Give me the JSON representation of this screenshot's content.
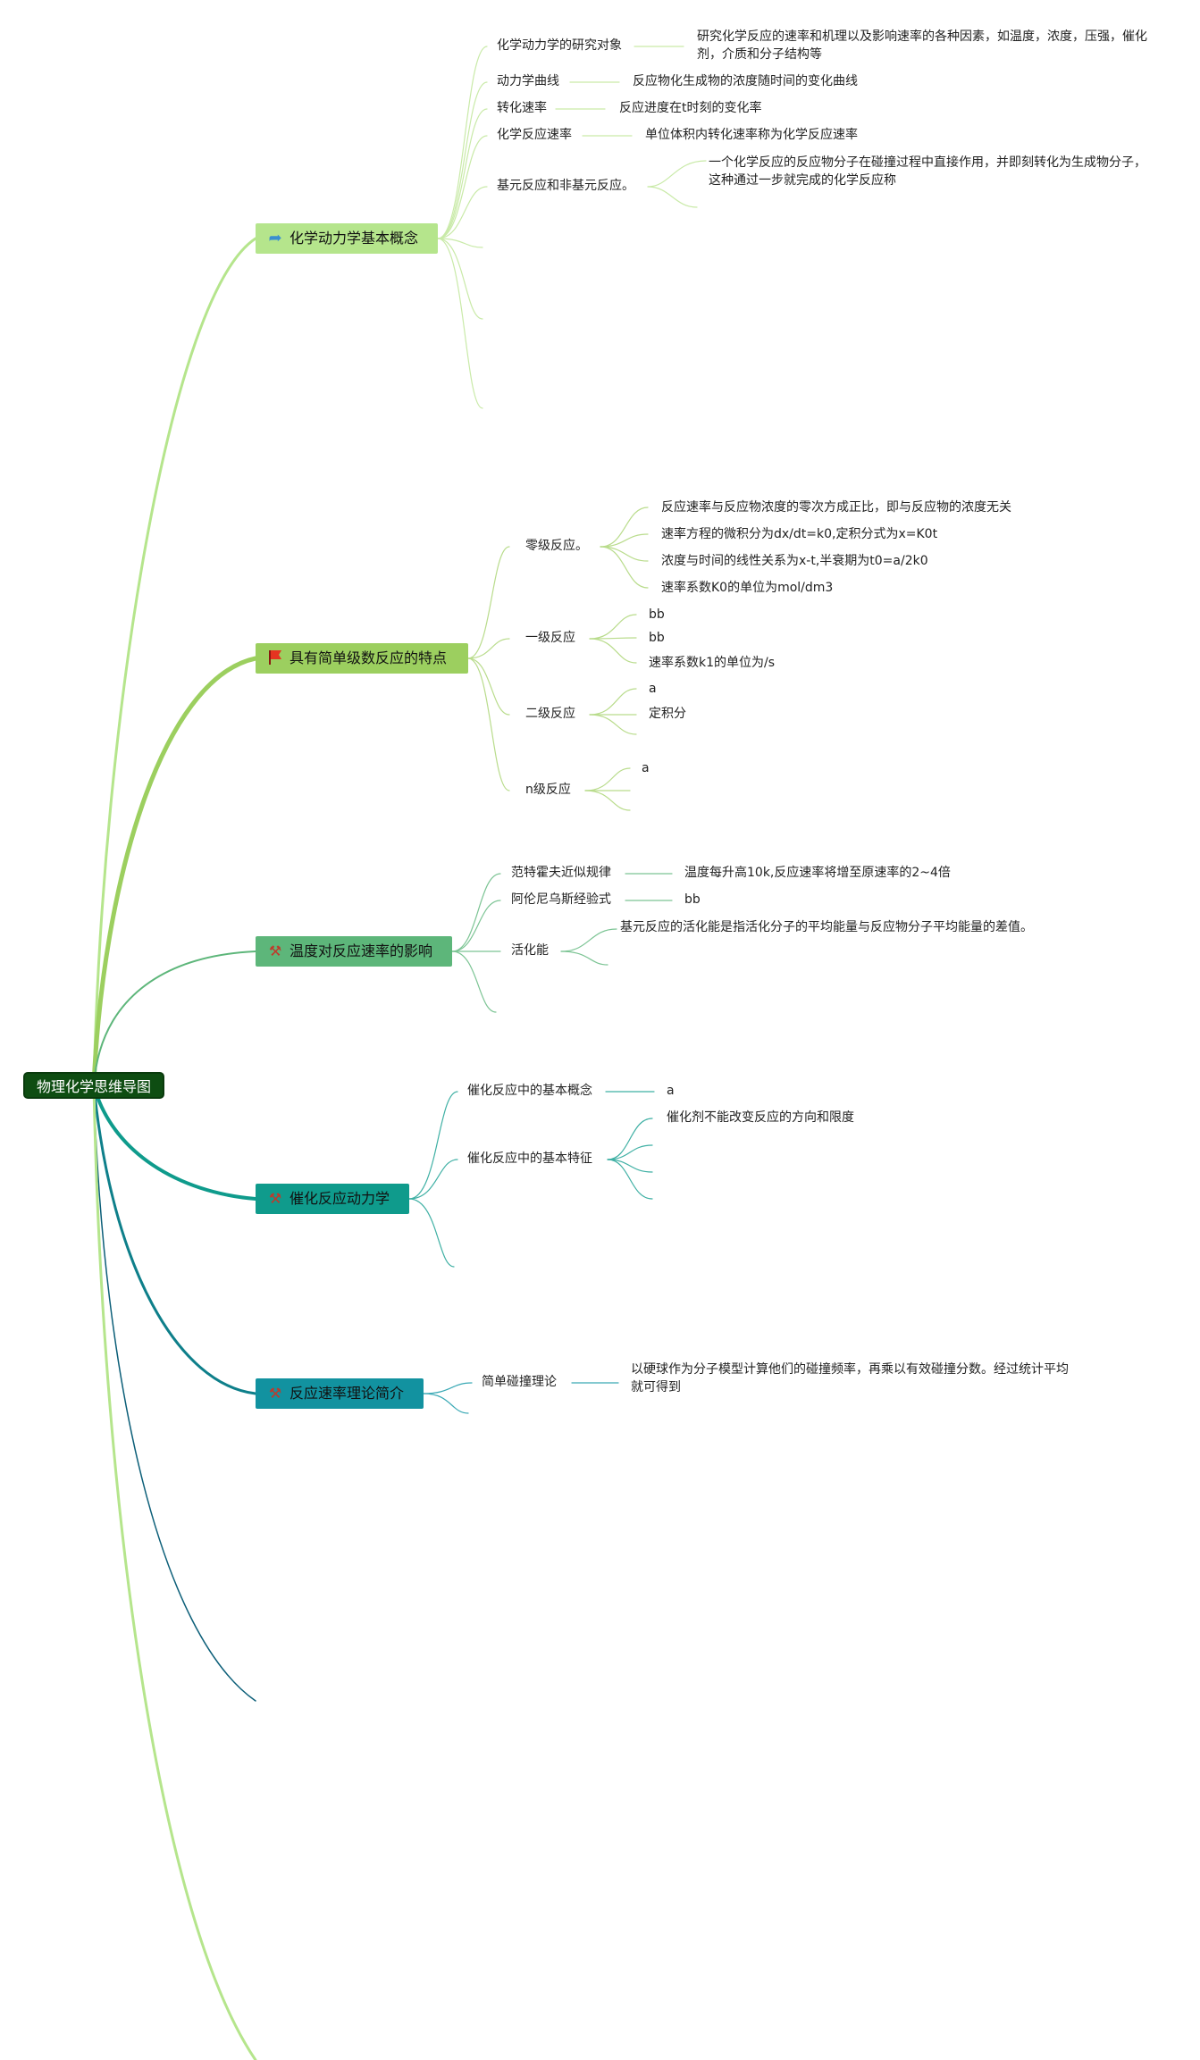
{
  "root": {
    "label": "物理化学思维导图"
  },
  "branches": [
    {
      "label": "化学动力学基本概念",
      "icon": "paper-plane-icon",
      "children": [
        {
          "label": "化学动力学的研究对象",
          "detail": "研究化学反应的速率和机理以及影响速率的各种因素，如温度，浓度，压强，催化剂，介质和分子结构等"
        },
        {
          "label": "动力学曲线",
          "detail": "反应物化生成物的浓度随时间的变化曲线"
        },
        {
          "label": "转化速率",
          "detail": "反应进度在t时刻的变化率"
        },
        {
          "label": "化学反应速率",
          "detail": "单位体积内转化速率称为化学反应速率"
        },
        {
          "label": "基元反应和非基元反应。",
          "detail": "一个化学反应的反应物分子在碰撞过程中直接作用，并即刻转化为生成物分子，这种通过一步就完成的化学反应称"
        }
      ]
    },
    {
      "label": "具有简单级数反应的特点",
      "icon": "red-flag-icon",
      "children": [
        {
          "label": "零级反应。",
          "items": [
            "反应速率与反应物浓度的零次方成正比，即与反应物的浓度无关",
            "速率方程的微积分为dx/dt=k0,定积分式为x=K0t",
            "浓度与时间的线性关系为x-t,半衰期为t0=a/2k0",
            "速率系数K0的单位为mol/dm3"
          ]
        },
        {
          "label": "一级反应",
          "items": [
            "bb",
            "bb",
            "速率系数k1的单位为/s"
          ]
        },
        {
          "label": "二级反应",
          "items": [
            "a",
            "定积分"
          ]
        },
        {
          "label": "n级反应",
          "items": [
            "a"
          ]
        }
      ]
    },
    {
      "label": "温度对反应速率的影响",
      "icon": "tools-icon",
      "children": [
        {
          "label": "范特霍夫近似规律",
          "detail": "温度每升高10k,反应速率将增至原速率的2~4倍"
        },
        {
          "label": "阿伦尼乌斯经验式",
          "detail": "bb"
        },
        {
          "label": "活化能",
          "detail": "基元反应的活化能是指活化分子的平均能量与反应物分子平均能量的差值。"
        }
      ]
    },
    {
      "label": "催化反应动力学",
      "icon": "tools-icon",
      "children": [
        {
          "label": "催化反应中的基本概念",
          "detail": "a"
        },
        {
          "label": "催化反应中的基本特征",
          "detail": "催化剂不能改变反应的方向和限度"
        }
      ]
    },
    {
      "label": "反应速率理论简介",
      "icon": "tools-icon",
      "children": [
        {
          "label": "简单碰撞理论",
          "detail": "以硬球作为分子模型计算他们的碰撞频率，再乘以有效碰撞分数。经过统计平均就可得到"
        }
      ]
    }
  ],
  "colors": {
    "b1": "#b5e58c",
    "b2": "#9ccf5f",
    "b3": "#5db67a",
    "b4": "#0f9b8c",
    "b5": "#1292a0",
    "root": "#0e4d12"
  }
}
